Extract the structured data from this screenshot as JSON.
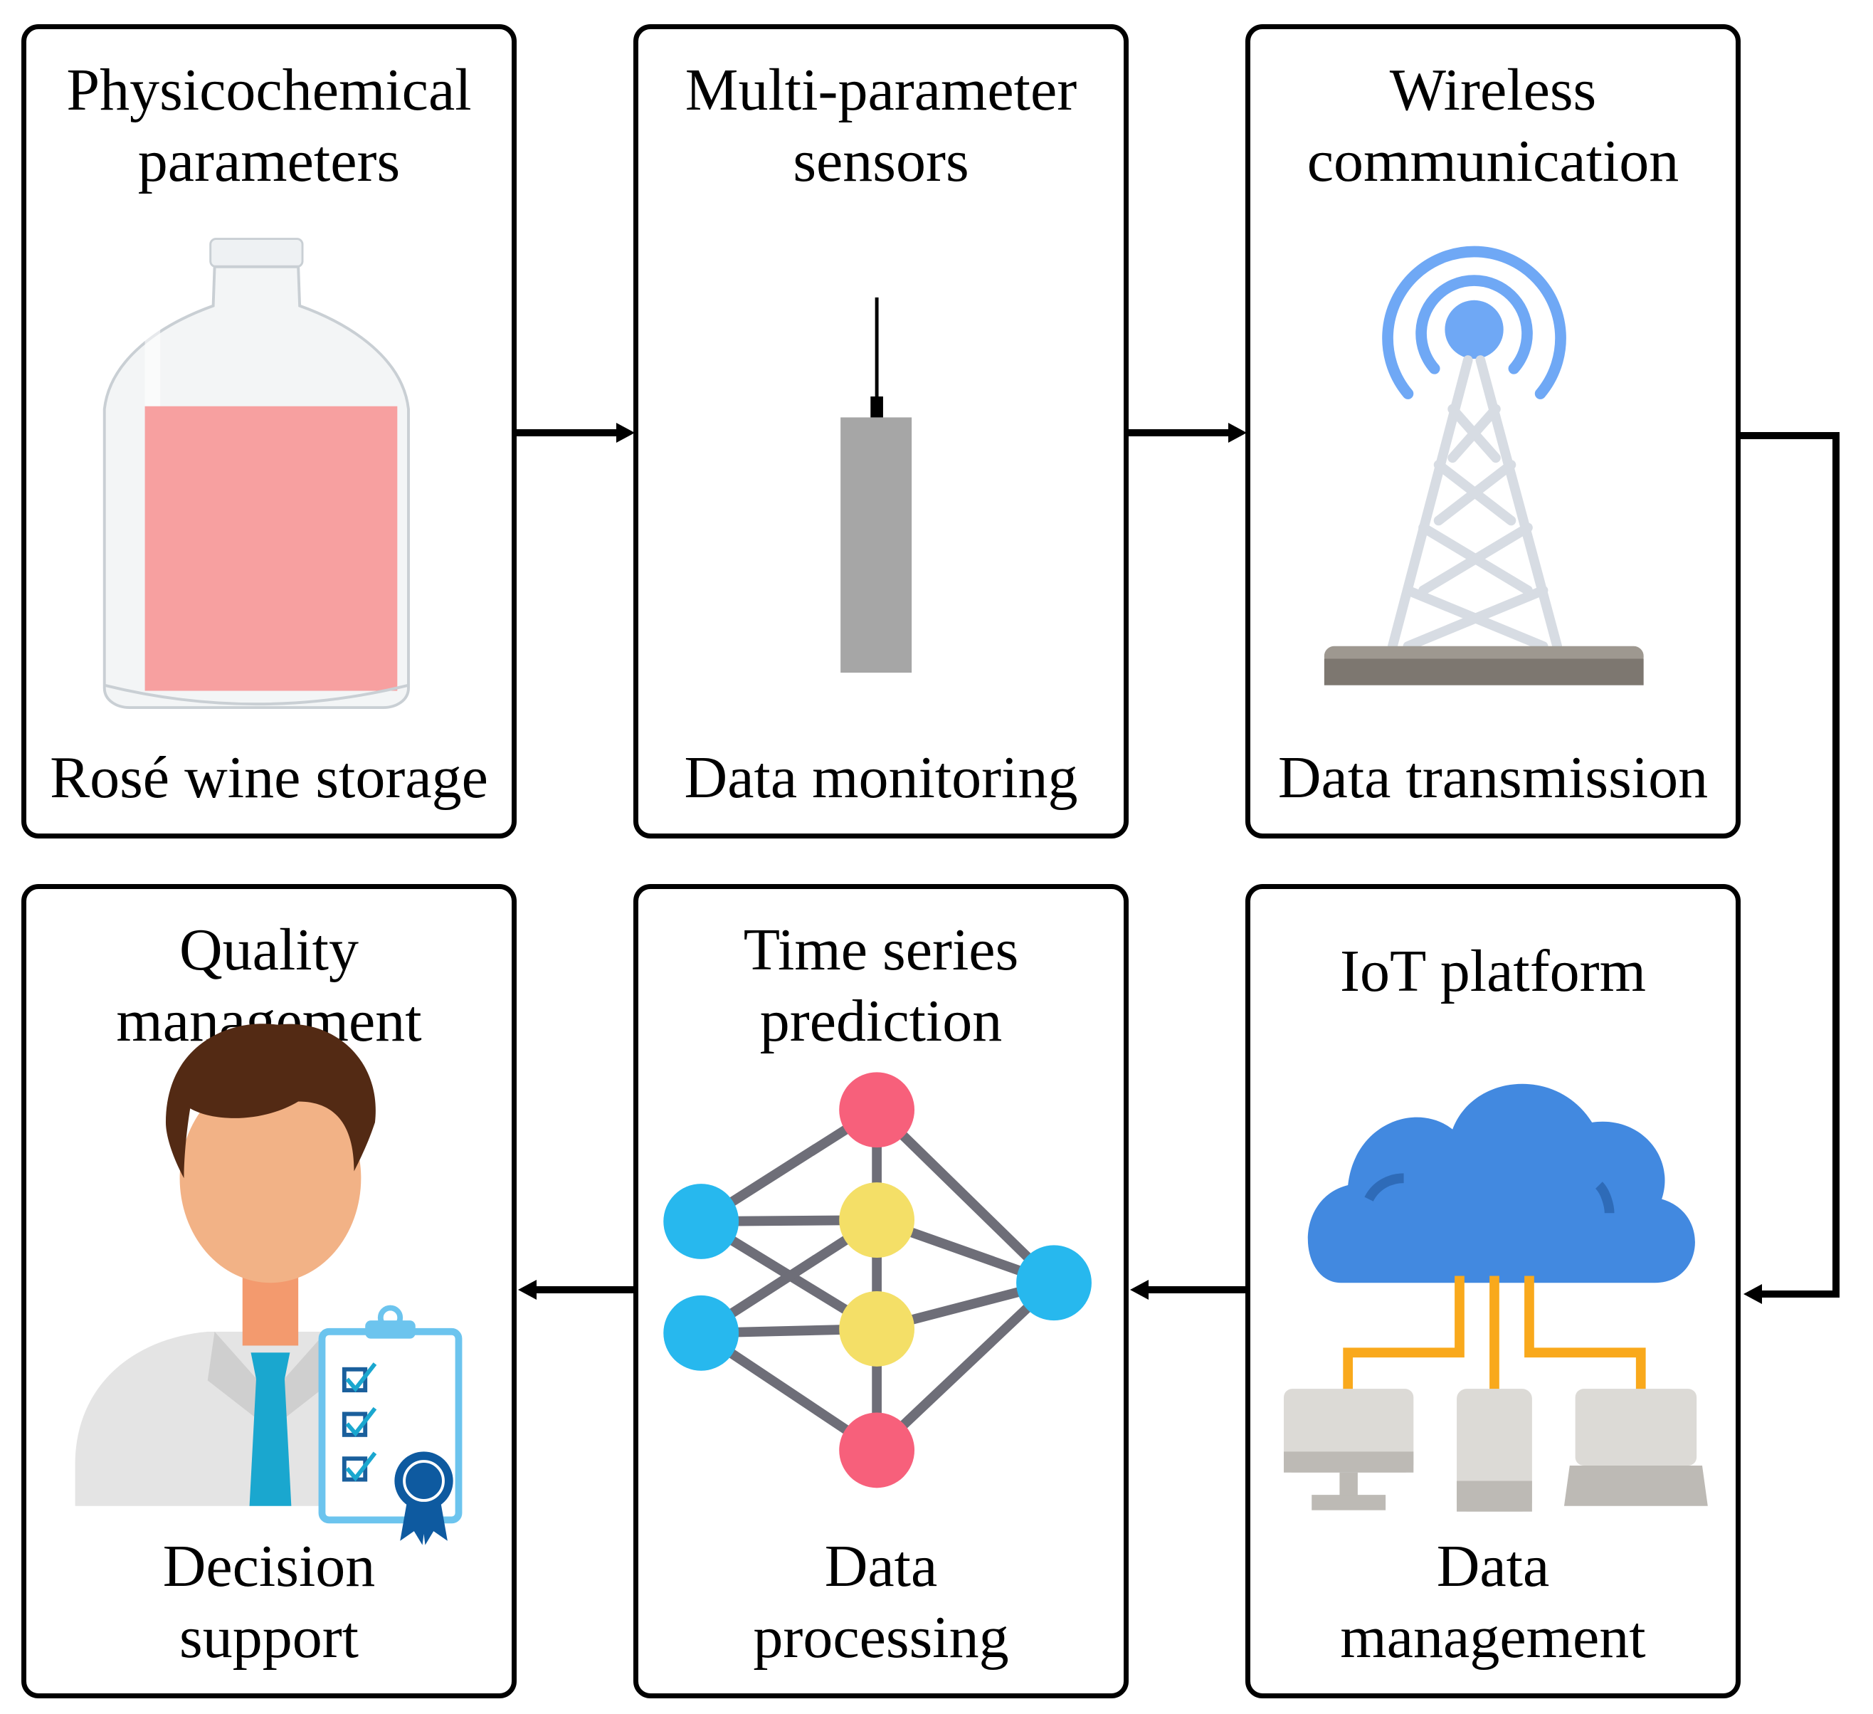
{
  "panels": {
    "storage": {
      "title": [
        "Physicochemical",
        "parameters"
      ],
      "caption": [
        "Rosé wine storage"
      ]
    },
    "monitoring": {
      "title": [
        "Multi-parameter",
        "sensors"
      ],
      "caption": [
        "Data monitoring"
      ]
    },
    "transmission": {
      "title": [
        "Wireless",
        "communication"
      ],
      "caption": [
        "Data transmission"
      ]
    },
    "decision": {
      "title": [
        "Quality",
        "management"
      ],
      "caption": [
        "Decision",
        "support"
      ]
    },
    "processing": {
      "title": [
        "Time series",
        "prediction"
      ],
      "caption": [
        "Data",
        "processing"
      ]
    },
    "management": {
      "title": [
        "IoT platform"
      ],
      "caption": [
        "Data",
        "management"
      ]
    }
  },
  "icons": {
    "storage": "wine-bottle-icon",
    "monitoring": "sensor-probe-icon",
    "transmission": "radio-tower-icon",
    "decision": "manager-checklist-icon",
    "processing": "neural-network-icon",
    "management": "cloud-platform-icon"
  },
  "colors": {
    "wine": "#f7a0a0",
    "sensor": "#a6a6a6",
    "signal": "#6fa8f5",
    "tower": "#d7dce3",
    "cloud": "#4289e0",
    "connector": "#f9a91c",
    "node_pink": "#f7607b",
    "node_yellow": "#f4df67",
    "node_blue": "#27b8ee",
    "skin": "#f2b286",
    "hair": "#532a14",
    "tie": "#1aa7cf"
  }
}
